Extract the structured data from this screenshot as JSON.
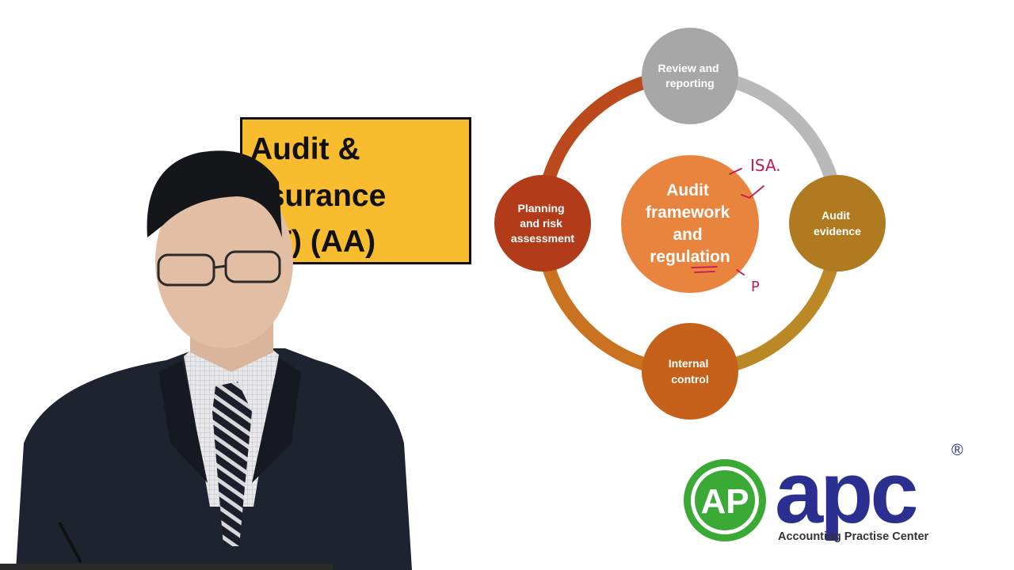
{
  "title_card": {
    "lines": [
      "Audit &",
      "ssurance",
      "NT) (AA)"
    ]
  },
  "diagram": {
    "center": {
      "lines": [
        "Audit",
        "framework",
        "and",
        "regulation"
      ],
      "color": "#e9843f"
    },
    "nodes": [
      {
        "id": "review",
        "lines": [
          "Review and",
          "reporting"
        ],
        "color": "#a7a7a7"
      },
      {
        "id": "evidence",
        "lines": [
          "Audit",
          "evidence"
        ],
        "color": "#b07a20"
      },
      {
        "id": "control",
        "lines": [
          "Internal",
          "control"
        ],
        "color": "#c5611a"
      },
      {
        "id": "planning",
        "lines": [
          "Planning",
          "and risk",
          "assessment"
        ],
        "color": "#b23c1a"
      }
    ],
    "ring_colors": [
      "#b9b9b9",
      "#bb8826",
      "#c9721f",
      "#ba4a1c"
    ],
    "annotations": {
      "isa": "ISA.",
      "p": "P"
    },
    "annotation_color": "#c2185b"
  },
  "logo": {
    "circle_text": "AP",
    "wordmark": "apc",
    "tagline": "Accounting Practise Center",
    "registered": "®",
    "colors": {
      "green": "#3aa935",
      "navy": "#2b2f8f"
    }
  }
}
